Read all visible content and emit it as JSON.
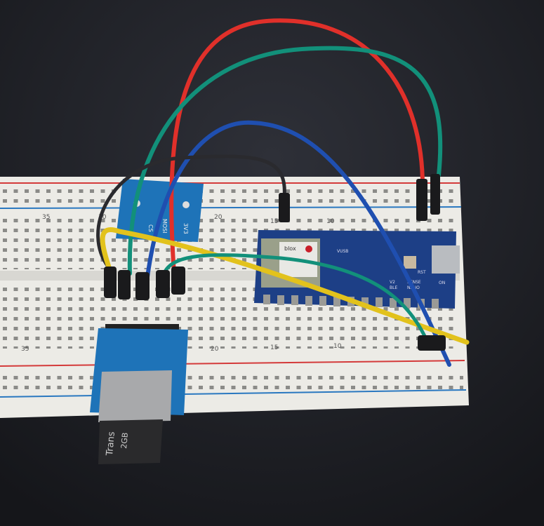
{
  "scene": {
    "breadboard": {
      "top_column_labels": [
        "35",
        "30",
        "20",
        "15",
        "10"
      ],
      "bottom_column_labels": [
        "35",
        "20",
        "15",
        "10"
      ]
    },
    "microcontroller": {
      "module_label": "blox",
      "board_labels": [
        "VUSB",
        "RST",
        "NANO",
        "SENSE",
        "BLE",
        "V2",
        "ON"
      ]
    },
    "sd_module": {
      "pin_labels": [
        "3V3",
        "CS",
        "MOSI"
      ],
      "card_brand": "Trans",
      "card_capacity": "2GB"
    },
    "wire_colors": {
      "red": "#e0302a",
      "green": "#12907a",
      "blue": "#1f4fb0",
      "black": "#2a2a2e",
      "yellow": "#e2c21c"
    }
  }
}
